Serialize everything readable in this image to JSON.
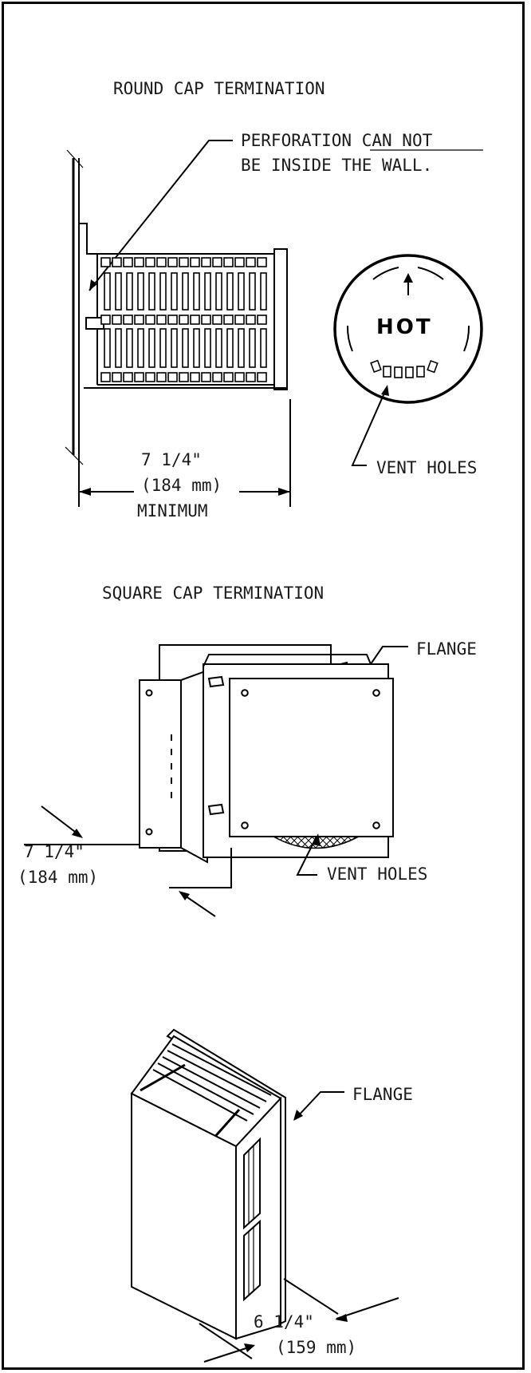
{
  "round_cap": {
    "title": "ROUND CAP TERMINATION",
    "note_line1_prefix": "PERFORATION",
    "note_line1_emph": "CAN NOT",
    "note_line2": "BE INSIDE THE WALL.",
    "cap_label": "HOT",
    "vent_label": "VENT HOLES",
    "dim_imperial": "7 1/4\"",
    "dim_metric": "(184 mm)",
    "dim_note": "MINIMUM"
  },
  "square_cap": {
    "title": "SQUARE CAP TERMINATION",
    "flange_label": "FLANGE",
    "vent_label": "VENT HOLES",
    "dim_imperial": "7 1/4\"",
    "dim_metric": "(184 mm)"
  },
  "box_cap": {
    "flange_label": "FLANGE",
    "dim_imperial": "6 1/4\"",
    "dim_metric": "(159 mm)"
  }
}
